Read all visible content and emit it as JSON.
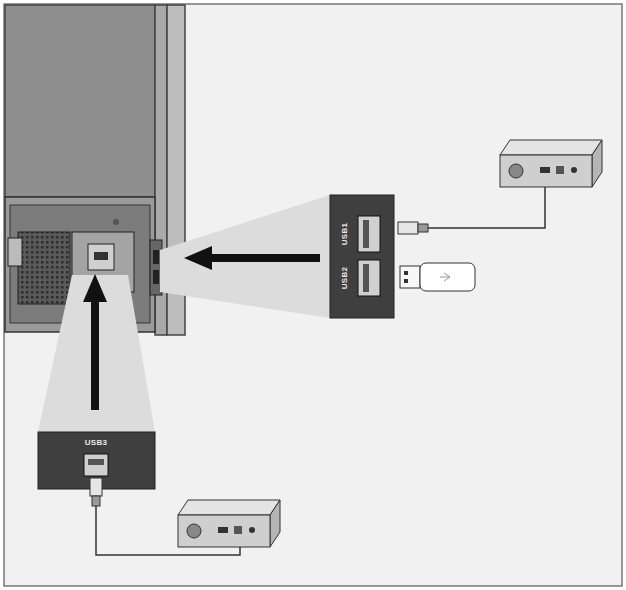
{
  "diagram": {
    "labels": [
      "USB1",
      "USB2",
      "USB3"
    ]
  }
}
